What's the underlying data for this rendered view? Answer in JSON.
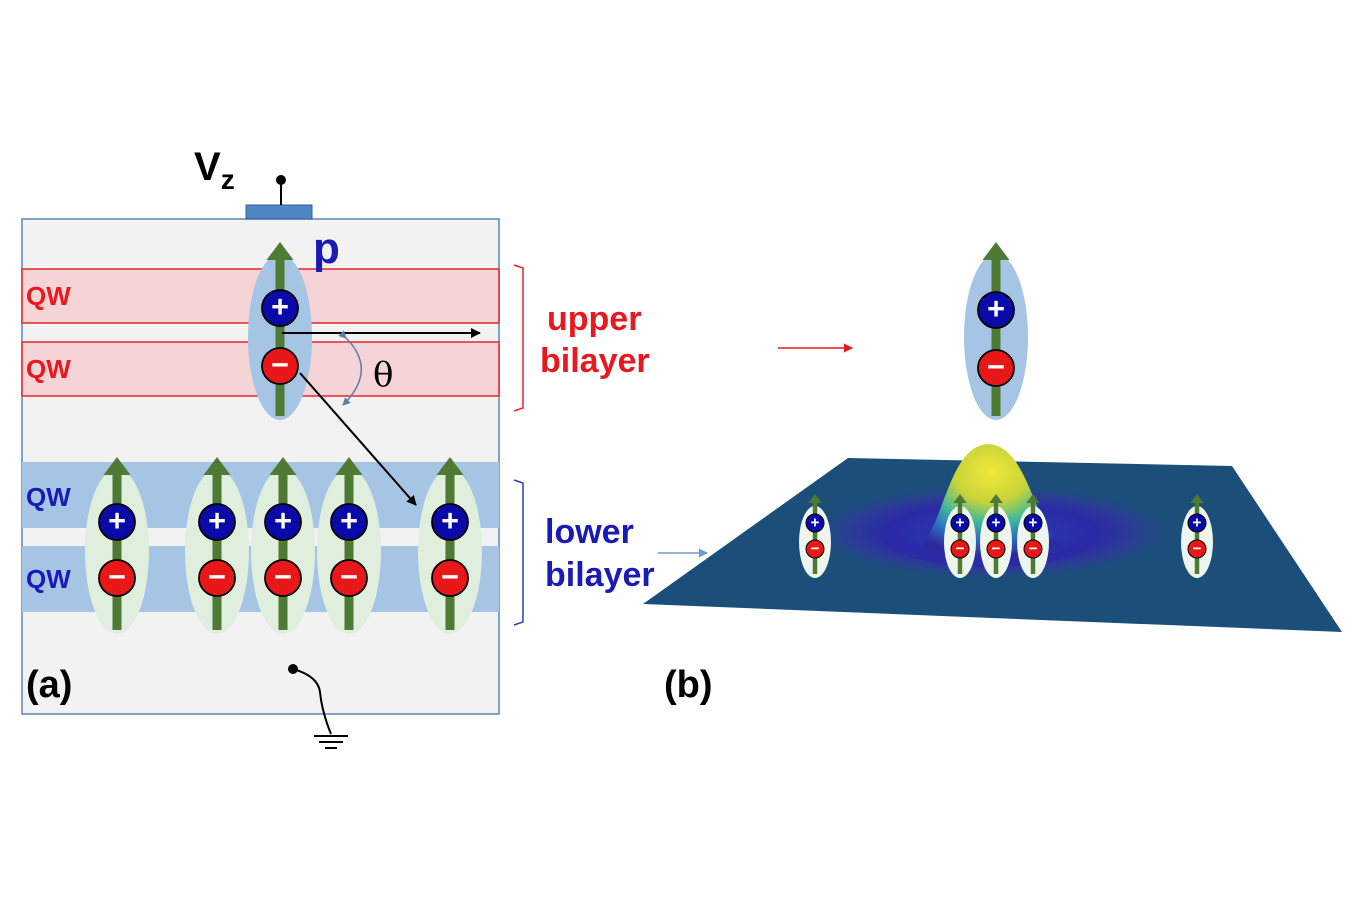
{
  "panel_a": {
    "label": "(a)",
    "gate_label": "V",
    "gate_subscript": "z",
    "dipole_label": "p",
    "angle_label": "θ",
    "qw_upper": [
      "QW",
      "QW"
    ],
    "qw_lower": [
      "QW",
      "QW"
    ],
    "upper_bracket_label": [
      "upper",
      "bilayer"
    ],
    "lower_bracket_label": [
      "lower",
      "bilayer"
    ]
  },
  "panel_b": {
    "label": "(b)"
  },
  "symbols": {
    "plus": "+",
    "minus": "−"
  },
  "colors": {
    "upper_qw_fill": "#f4d4d6",
    "upper_qw_stroke": "#e8242b",
    "lower_qw_fill": "#a6c4e4",
    "upper_label": "#e8181e",
    "lower_label": "#1a1ab4",
    "hole": "#0a0aa8",
    "electron": "#e81818",
    "dipole_arrow": "#4e7a34",
    "gate": "#4f87c4",
    "substrate": "#f2f2f2",
    "surface": "#1b4f7a"
  }
}
